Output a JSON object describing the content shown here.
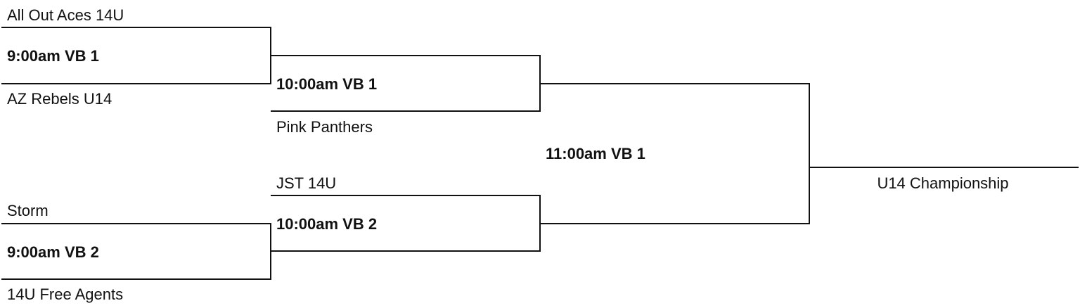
{
  "colors": {
    "line": "#111111",
    "text": "#111111",
    "background": "#ffffff"
  },
  "round1": {
    "top": {
      "team1": "All Out Aces 14U",
      "game": "9:00am VB 1",
      "team2": "AZ Rebels U14"
    },
    "bottom": {
      "team1": "Storm",
      "game": "9:00am VB 2",
      "team2": "14U Free Agents"
    }
  },
  "round2": {
    "top": {
      "game": "10:00am VB 1",
      "team2": "Pink Panthers"
    },
    "bottom": {
      "team1": "JST 14U",
      "game": "10:00am VB 2"
    }
  },
  "final": {
    "game": "11:00am VB 1",
    "title": "U14 Championship"
  }
}
